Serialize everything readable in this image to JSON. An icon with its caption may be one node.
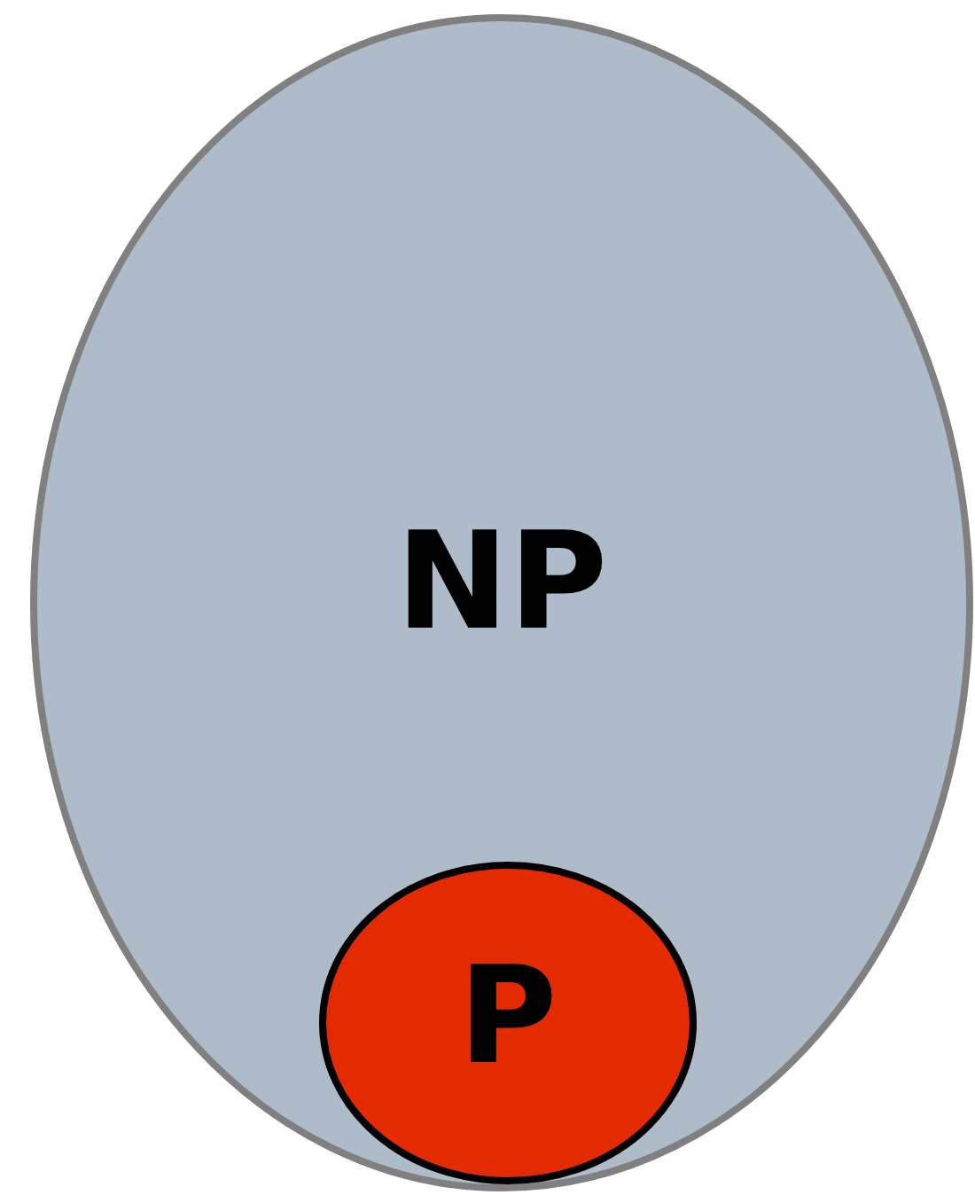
{
  "diagram": {
    "nodes": [
      {
        "text": [
          "NP"
        ]
      },
      {
        "text": [
          "P"
        ],
        "in": 0
      }
    ]
  }
}
